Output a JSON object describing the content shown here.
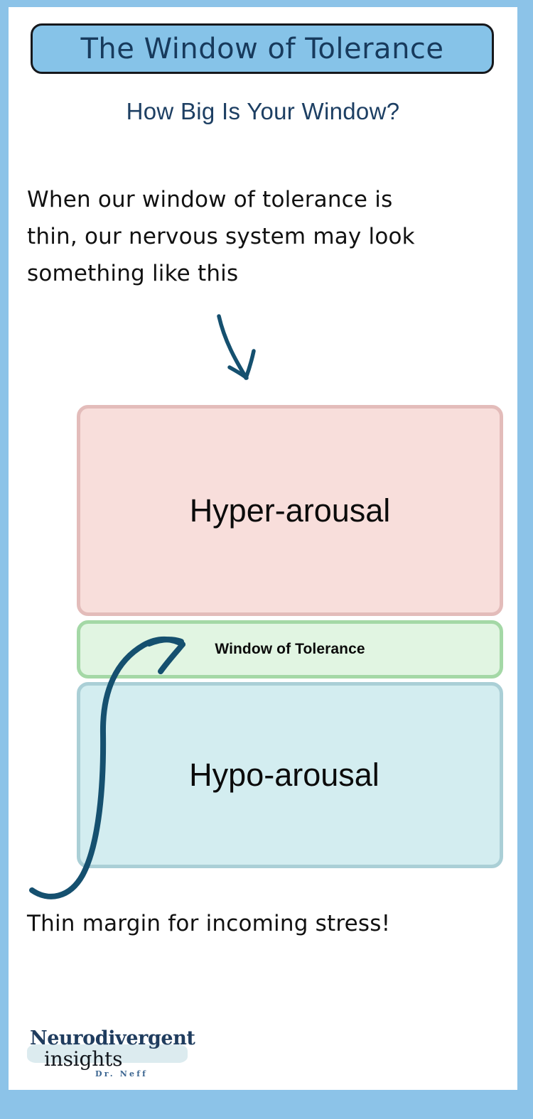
{
  "theme": {
    "frame_color": "#8cc3e8",
    "page_color": "#ffffff",
    "title_fill": "#86c3e8",
    "title_border": "#16181c",
    "navy": "#173a5c",
    "arrow_color": "#15506f",
    "hyper_fill": "#f8dedb",
    "hyper_border": "#e3bcba",
    "window_fill": "#e1f5e2",
    "window_border": "#a4d8a6",
    "hypo_fill": "#d3edf0",
    "hypo_border": "#aacfd6"
  },
  "header": {
    "title": "The Window of Tolerance",
    "subtitle": "How Big Is Your Window?"
  },
  "intro": {
    "line1": "When our window of tolerance is",
    "line2": "thin, our nervous system may look",
    "line3": "something like this"
  },
  "diagram": {
    "zones": [
      {
        "id": "hyper-arousal",
        "label": "Hyper-arousal"
      },
      {
        "id": "window-of-tolerance",
        "label": "Window of Tolerance"
      },
      {
        "id": "hypo-arousal",
        "label": "Hypo-arousal"
      }
    ],
    "pointer_arrow": "down-arrow-icon",
    "callout_arrow": "curved-up-arrow-icon"
  },
  "caption": {
    "text": "Thin margin for incoming stress!"
  },
  "footer": {
    "brand_line1": "Neurodivergent",
    "brand_line2": "insights",
    "brand_line3": "Dr. Neff"
  }
}
